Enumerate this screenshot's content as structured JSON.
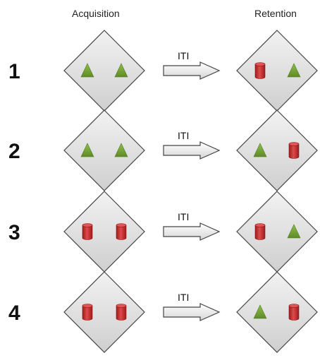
{
  "headers": {
    "acquisition": "Acquisition",
    "retention": "Retention"
  },
  "arrow_label": "ITI",
  "colors": {
    "triangle": "#7aa73a",
    "cylinder": "#c8282a"
  },
  "rows": [
    {
      "label": "1",
      "acquisition": [
        "triangle-icon",
        "triangle-icon"
      ],
      "retention": [
        "cylinder-icon",
        "triangle-icon"
      ]
    },
    {
      "label": "2",
      "acquisition": [
        "triangle-icon",
        "triangle-icon"
      ],
      "retention": [
        "triangle-icon",
        "cylinder-icon"
      ]
    },
    {
      "label": "3",
      "acquisition": [
        "cylinder-icon",
        "cylinder-icon"
      ],
      "retention": [
        "cylinder-icon",
        "triangle-icon"
      ]
    },
    {
      "label": "4",
      "acquisition": [
        "cylinder-icon",
        "cylinder-icon"
      ],
      "retention": [
        "triangle-icon",
        "cylinder-icon"
      ]
    }
  ]
}
